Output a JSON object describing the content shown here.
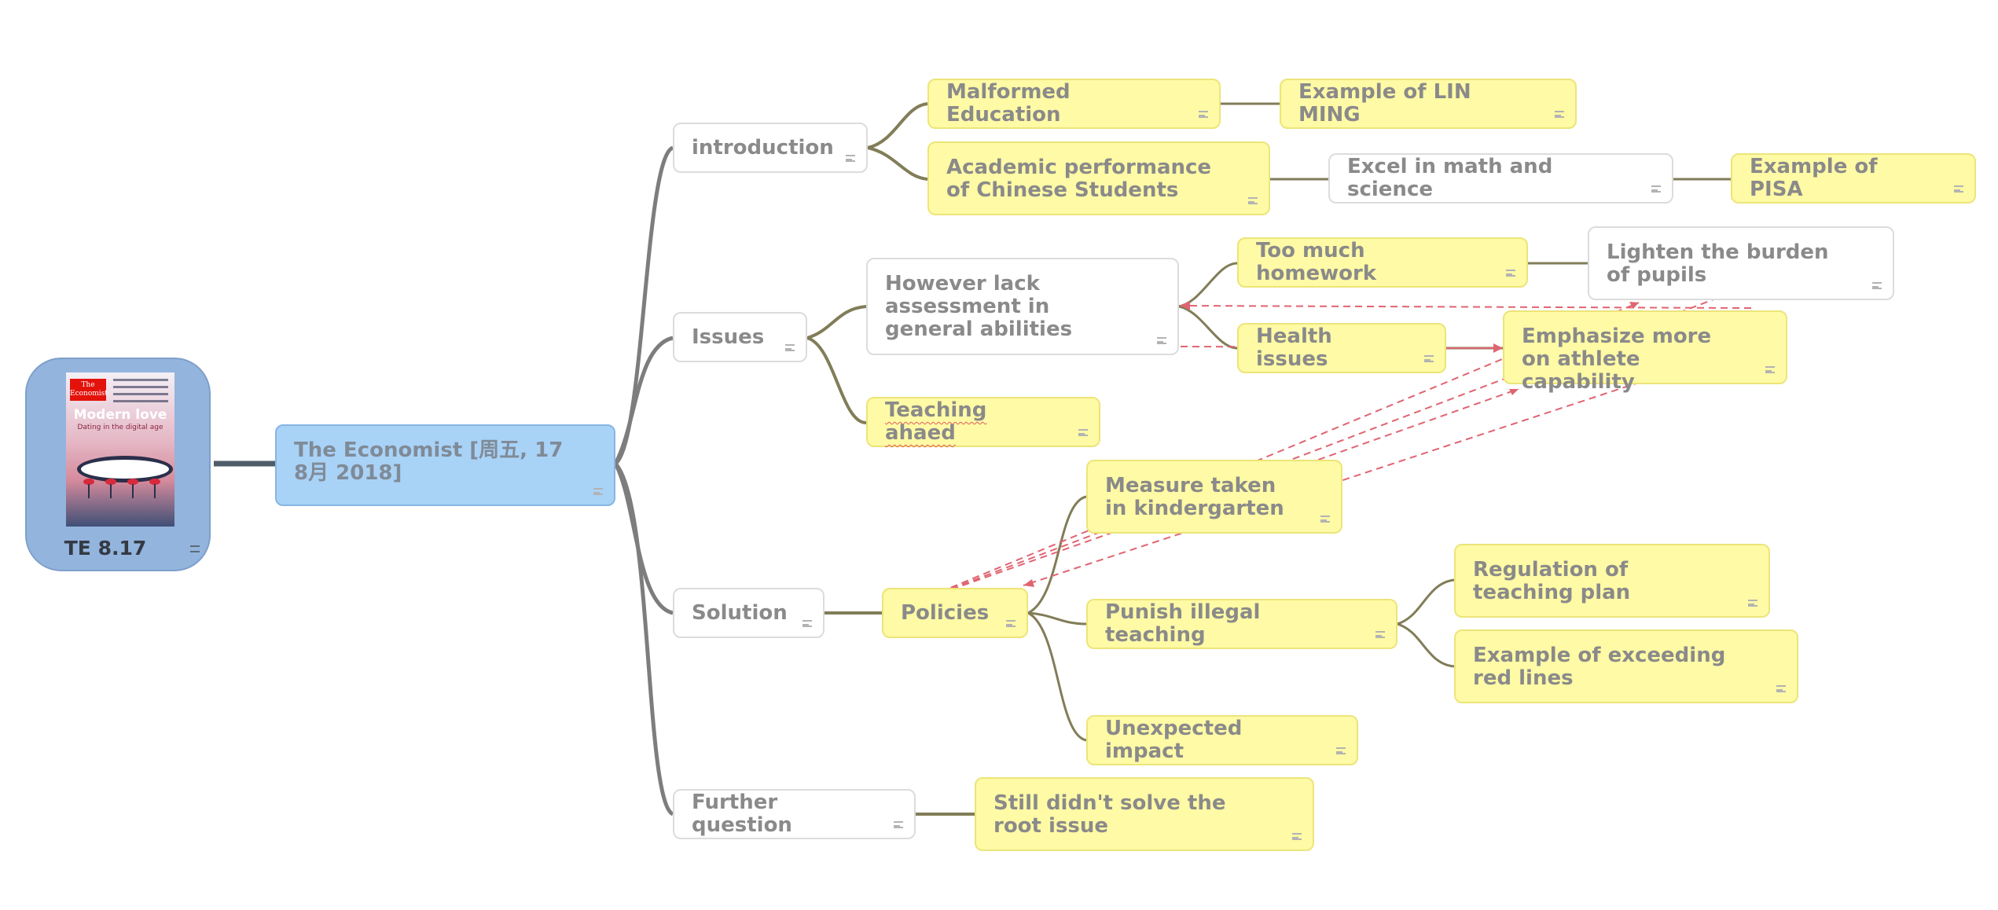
{
  "root": {
    "label": "TE 8.17",
    "cover": {
      "masthead": "The Economist",
      "headline": "Modern love",
      "subheadline": "Dating in the digital age"
    }
  },
  "main_topic": {
    "label": "The Economist [周五, 17 8月 2018]"
  },
  "topics": {
    "introduction": "introduction",
    "malformed_education": "Malformed Education",
    "example_lin_ming": "Example of LIN MING",
    "academic_performance": "Academic performance of Chinese Students",
    "excel_math_science": "Excel in math and science",
    "example_pisa": "Example of PISA",
    "issues": "Issues",
    "lack_assessment": "However lack assessment in general abilities",
    "too_much_homework": "Too much homework",
    "lighten_burden": "Lighten the burden of pupils",
    "health_issues": "Health issues",
    "emphasize_athlete": "Emphasize more on athlete capability",
    "teaching_ahaed": "Teaching ahaed",
    "solution": "Solution",
    "policies": "Policies",
    "measure_kindergarten": "Measure taken in kindergarten",
    "punish_illegal": "Punish illegal teaching",
    "regulation_teaching": "Regulation of teaching plan",
    "example_red_lines": "Example of exceeding red lines",
    "unexpected_impact": "Unexpected impact",
    "further_question": "Further question",
    "root_issue": "Still didn't solve the root issue"
  },
  "colors": {
    "main_branch": "#7d7d7d",
    "sub_branch": "#817d58",
    "root_link": "#4f5c69",
    "relationship": "#e06470",
    "topic_fill": "#fffaa5",
    "topic_border": "#ece57a",
    "central_fill": "#a9d2f7",
    "root_fill": "#93b4dd"
  },
  "icons": {
    "note": "note-icon"
  }
}
